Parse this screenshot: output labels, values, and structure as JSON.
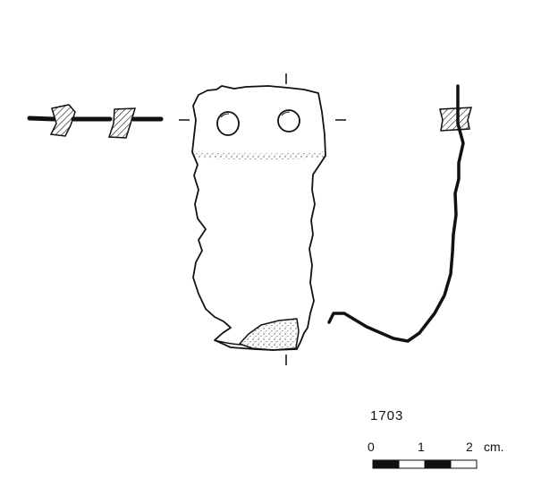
{
  "catalog_number": "1703",
  "scale_bar": {
    "labels": [
      "0",
      "1",
      "2"
    ],
    "unit": "cm.",
    "segments": [
      "black",
      "white",
      "black",
      "white"
    ]
  },
  "colors": {
    "ink": "#111111",
    "background": "#ffffff"
  },
  "views": [
    "cross-section-left",
    "front-view",
    "profile-right"
  ]
}
